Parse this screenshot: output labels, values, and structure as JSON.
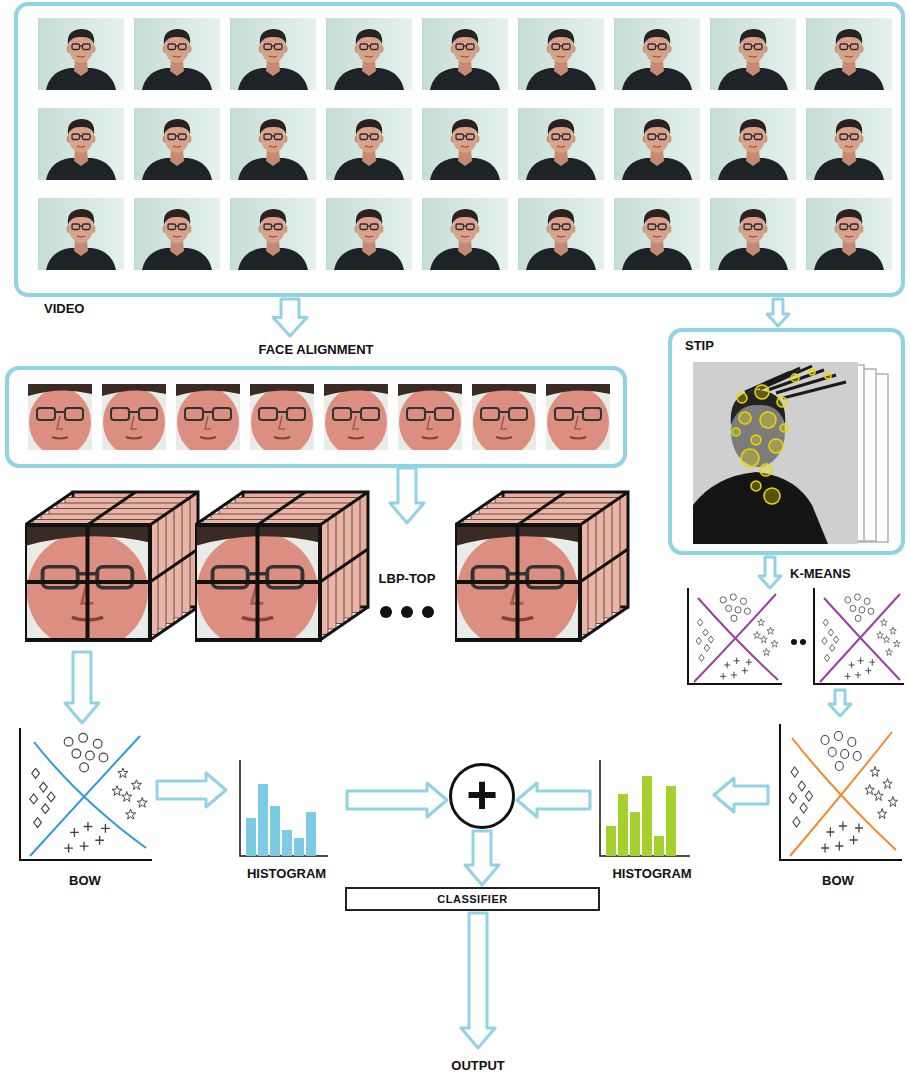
{
  "diagram": {
    "nodes": [
      {
        "text": [
          "VIDEO"
        ]
      },
      {
        "text": [
          "FACE ALIGNMENT"
        ]
      },
      {
        "text": [
          "STIP"
        ]
      },
      {
        "text": [
          "LBP-TOP"
        ]
      },
      {
        "text": [
          "K-MEANS"
        ]
      },
      {
        "text": [
          "BOW"
        ]
      },
      {
        "text": [
          "HISTOGRAM"
        ]
      },
      {
        "text": [
          "+"
        ]
      },
      {
        "text": [
          "HISTOGRAM"
        ]
      },
      {
        "text": [
          "BOW"
        ]
      },
      {
        "text": [
          "CLASSIFIER"
        ]
      },
      {
        "text": [
          "OUTPUT"
        ]
      }
    ],
    "edges": [
      {
        "from": 0,
        "to": 1,
        "arrow": "to"
      },
      {
        "from": 0,
        "to": 2,
        "arrow": "to"
      },
      {
        "from": 1,
        "to": 3,
        "arrow": "to"
      },
      {
        "from": 2,
        "to": 4,
        "arrow": "to"
      },
      {
        "from": 3,
        "to": 5,
        "arrow": "to"
      },
      {
        "from": 4,
        "to": 9,
        "arrow": "to"
      },
      {
        "from": 5,
        "to": 6,
        "arrow": "to"
      },
      {
        "from": 6,
        "to": 7,
        "arrow": "to"
      },
      {
        "from": 9,
        "to": 8,
        "arrow": "to"
      },
      {
        "from": 8,
        "to": 7,
        "arrow": "to"
      },
      {
        "from": 7,
        "to": 10,
        "arrow": "to"
      },
      {
        "from": 10,
        "to": 11,
        "arrow": "to"
      }
    ]
  }
}
